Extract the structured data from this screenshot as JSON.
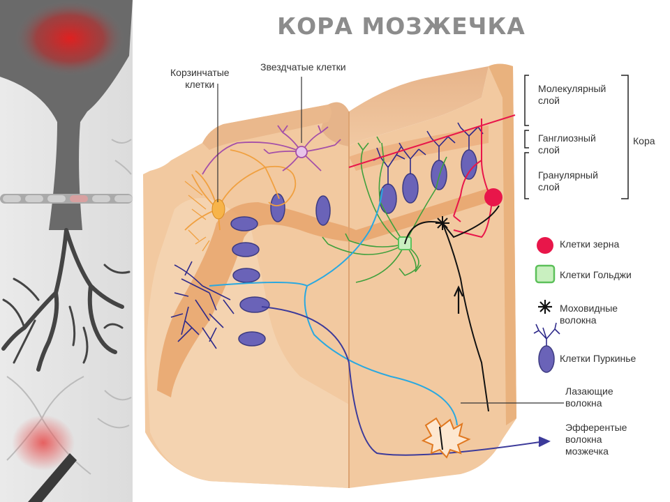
{
  "title": "КОРА МОЗЖЕЧКА",
  "labels": {
    "basket": "Корзинчатые\nклетки",
    "stellate": "Звездчатые клетки",
    "climbing": "Лазающие\nволокна",
    "efferent": "Эфферентые\nволокна\nмозжечка"
  },
  "layers": {
    "molecular": "Молекулярный\nслой",
    "ganglionic": "Ганглиозный\nслой",
    "granular": "Гранулярный\nслой",
    "cortex": "Кора"
  },
  "legend": [
    {
      "label": "Клетки зерна",
      "icon": "granule-cell-icon",
      "color": "#e8164a"
    },
    {
      "label": "Клетки Гольджи",
      "icon": "golgi-cell-icon",
      "color": "#5cc05a"
    },
    {
      "label": "Моховидные\nволокна",
      "icon": "mossy-fiber-icon",
      "color": "#111111"
    },
    {
      "label": "Клетки Пуркинье",
      "icon": "purkinje-cell-icon",
      "color": "#6a63b8"
    }
  ],
  "colors": {
    "tissue": "#f2c9a0",
    "tissue_dark": "#e9b27e",
    "layer_band": "#e8a56c",
    "purkinje": "#6a63b8",
    "granule": "#e8164a",
    "golgi": "#5cc05a",
    "mossy": "#111111",
    "basket": "#f0a040",
    "stellate": "#a44fa8",
    "climbing": "#29a8e0",
    "efferent": "#3c3a9a"
  }
}
